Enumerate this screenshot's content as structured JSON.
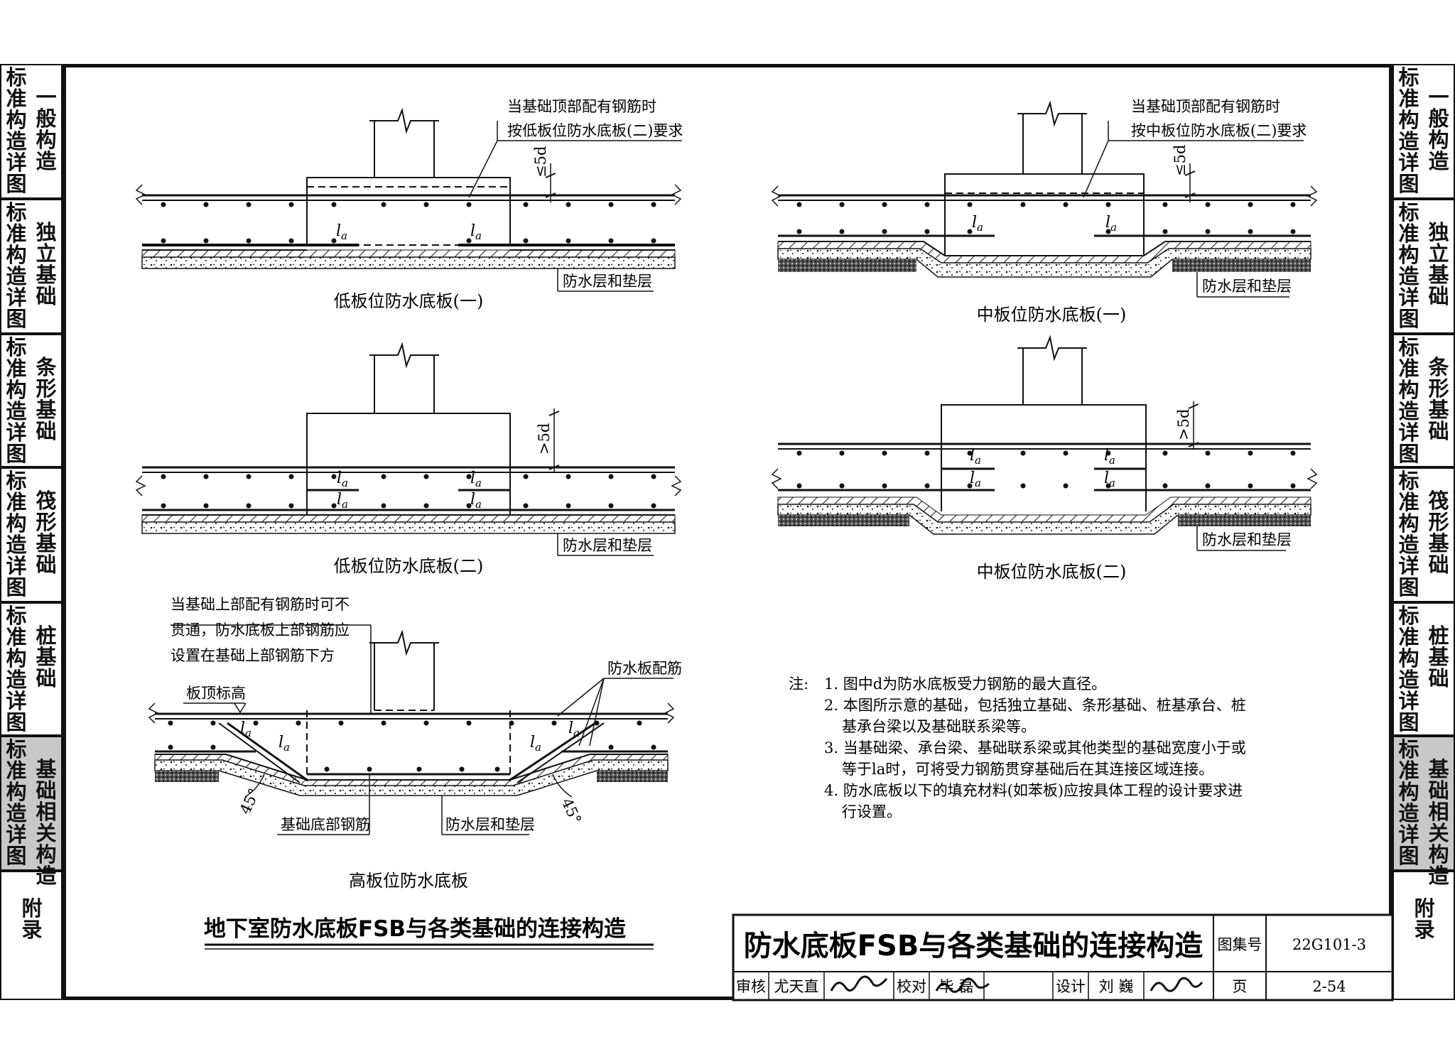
{
  "side_tabs_left": [
    {
      "main": "标准构造详图",
      "sub": "一般构造",
      "active": false
    },
    {
      "main": "标准构造详图",
      "sub": "独立基础",
      "active": false
    },
    {
      "main": "标准构造详图",
      "sub": "条形基础",
      "active": false
    },
    {
      "main": "标准构造详图",
      "sub": "筏形基础",
      "active": false
    },
    {
      "main": "标准构造详图",
      "sub": "桩基础",
      "active": false
    },
    {
      "main": "标准构造详图",
      "sub": "基础相关构造",
      "active": true
    },
    {
      "main": "",
      "sub": "附录",
      "active": false
    }
  ],
  "side_tabs_right": [
    {
      "main": "标准构造详图",
      "sub": "一般构造",
      "active": false
    },
    {
      "main": "标准构造详图",
      "sub": "独立基础",
      "active": false
    },
    {
      "main": "标准构造详图",
      "sub": "条形基础",
      "active": false
    },
    {
      "main": "标准构造详图",
      "sub": "筏形基础",
      "active": false
    },
    {
      "main": "标准构造详图",
      "sub": "桩基础",
      "active": false
    },
    {
      "main": "标准构造详图",
      "sub": "基础相关构造",
      "active": true
    },
    {
      "main": "",
      "sub": "附录",
      "active": false
    }
  ],
  "diagrams": {
    "low1": {
      "caption": "低板位防水底板(一)",
      "note_line1": "当基础顶部配有钢筋时",
      "note_line2": "按低板位防水底板(二)要求",
      "dim": "≤5d",
      "la": "l",
      "la_sub": "a",
      "layer": "防水层和垫层"
    },
    "low2": {
      "caption": "低板位防水底板(二)",
      "dim": ">5d",
      "la": "l",
      "la_sub": "a",
      "layer": "防水层和垫层"
    },
    "mid1": {
      "caption": "中板位防水底板(一)",
      "note_line1": "当基础顶部配有钢筋时",
      "note_line2": "按中板位防水底板(二)要求",
      "dim": "≤5d",
      "la": "l",
      "la_sub": "a",
      "layer": "防水层和垫层"
    },
    "mid2": {
      "caption": "中板位防水底板(二)",
      "dim": ">5d",
      "la": "l",
      "la_sub": "a",
      "layer": "防水层和垫层"
    },
    "high": {
      "caption": "高板位防水底板",
      "note_line1": "当基础上部配有钢筋时可不",
      "note_line2": "贯通，防水底板上部钢筋应",
      "note_line3": "设置在基础上部钢筋下方",
      "top_label": "板顶标高",
      "rebar_label": "防水板配筋",
      "angle": "45°",
      "bottom_rebar": "基础底部钢筋",
      "layer": "防水层和垫层",
      "la": "l",
      "la_sub": "a"
    }
  },
  "notes": {
    "title": "注:",
    "items": [
      "1. 图中d为防水底板受力钢筋的最大直径。",
      "2. 本图所示意的基础，包括独立基础、条形基础、桩基承台、桩",
      "基承台梁以及基础联系梁等。",
      "3. 当基础梁、承台梁、基础联系梁或其他类型的基础宽度小于或",
      "等于la时，可将受力钢筋贯穿基础后在其连接区域连接。",
      "4. 防水底板以下的填充材料(如苯板)应按具体工程的设计要求进",
      "行设置。"
    ]
  },
  "section_title": "地下室防水底板FSB与各类基础的连接构造",
  "title_block": {
    "title": "防水底板FSB与各类基础的连接构造",
    "atlas_label": "图集号",
    "atlas_no": "22G101-3",
    "review_label": "审核",
    "reviewer": "尤天直",
    "check_label": "校对",
    "checker": "毕 磊",
    "design_label": "设计",
    "designer": "刘 巍",
    "page_label": "页",
    "page_no": "2-54"
  }
}
